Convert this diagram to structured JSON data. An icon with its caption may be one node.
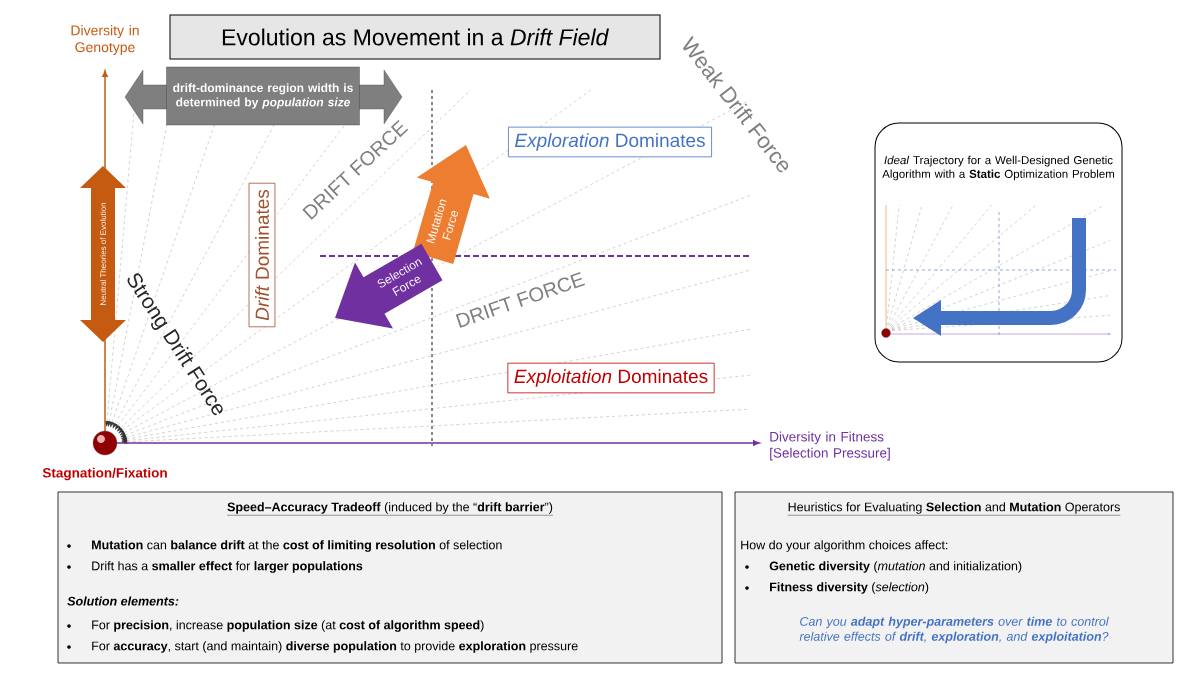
{
  "diagram": {
    "title": "Evolution as Movement in a *Drift Field*",
    "nodes": [
      {
        "text": [
          "drift-dominance region width is determined by *population size*"
        ]
      },
      {
        "text": [
          "*Exploration* Dominates"
        ]
      },
      {
        "text": [
          "*Drift* Dominates"
        ]
      },
      {
        "text": [
          "Mutation Force"
        ]
      },
      {
        "text": [
          "Selection Force"
        ]
      },
      {
        "text": [
          "*Exploitation* Dominates"
        ]
      },
      {
        "text": [
          "Neutral Theories of Evolution"
        ]
      },
      {
        "text": [
          "*Ideal* Trajectory for a Well-Designed Genetic Algorithm with a **Static** Optimization Problem"
        ]
      },
      {
        "text": [
          "**Speed–Accuracy Tradeoff** (induced by the “**drift barrier**”)",
          "**Mutation** can **balance drift** at the **cost of limiting resolution** of selection",
          "Drift has a **smaller effect** for **larger populations**",
          "Solution elements:",
          "For **precision**, increase **population size** (at **cost of algorithm speed**)",
          "For **accuracy**, start (and maintain) **diverse population** to provide **exploration** pressure"
        ]
      },
      {
        "text": [
          "Heuristics for Evaluating **Selection** and **Mutation** Operators",
          "How do your algorithm choices affect:",
          "**Genetic diversity** (*mutation* and initialization)",
          "**Fitness diversity** (*selection*)",
          "Can you **adapt hyper-parameters** over **time** to control relative effects of **drift**, **exploration**, and **exploitation**?"
        ]
      }
    ],
    "labels": [
      "Diversity in Genotype",
      "Weak Drift Force",
      "DRIFT FORCE",
      "Strong Drift Force",
      "DRIFT FORCE",
      "Diversity in Fitness [Selection Pressure]",
      "Stagnation/Fixation"
    ]
  }
}
